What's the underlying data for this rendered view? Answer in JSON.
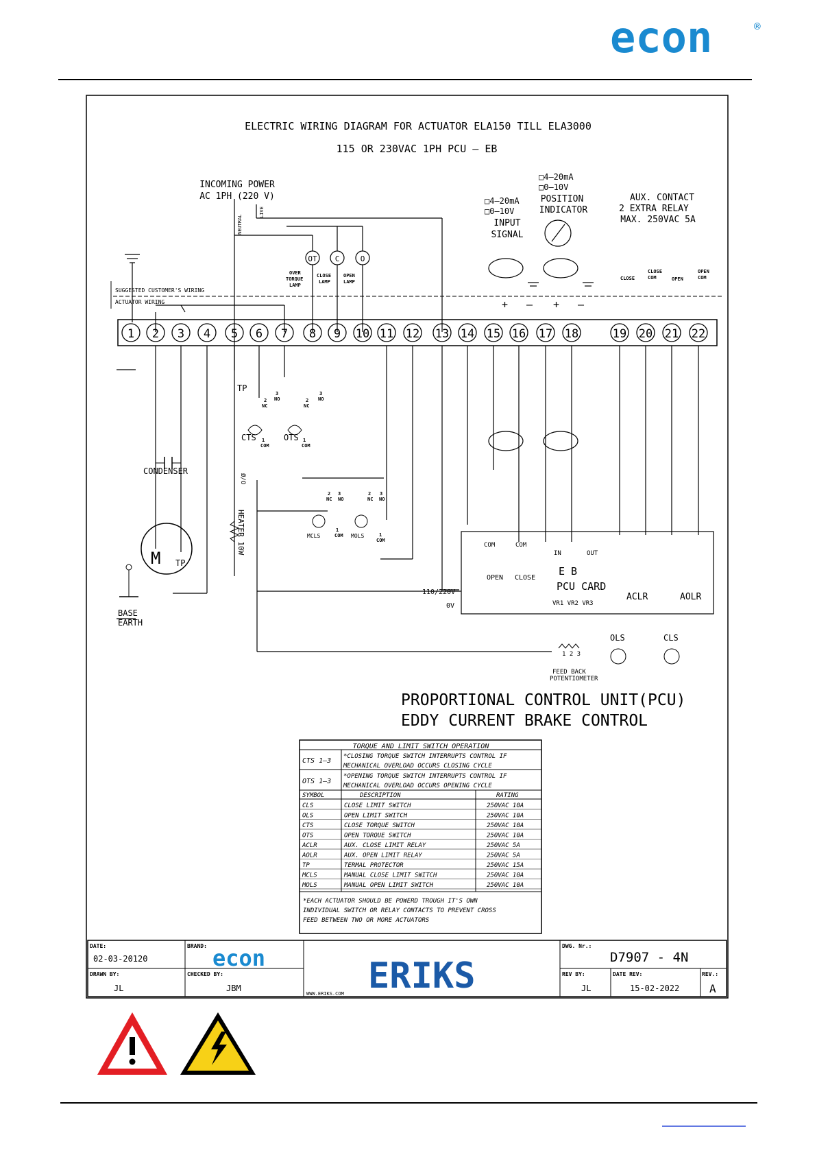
{
  "header": {
    "logo_text": "econ",
    "registered_mark": "®",
    "logo_color": "#1a8ad0"
  },
  "diagram": {
    "title_line1": "ELECTRIC WIRING DIAGRAM FOR ACTUATOR ELA150 TILL ELA3000",
    "title_line2": "115 OR 230VAC 1PH PCU – EB",
    "incoming_power_1": "INCOMING POWER",
    "incoming_power_2": "AC 1PH (220 V)",
    "neutral": "NEUTRAL",
    "live": "LIVE",
    "input_opt1": "□4–20mA",
    "input_opt2": "□0–10V",
    "input_label1": "INPUT",
    "input_label2": "SIGNAL",
    "pos_opt1": "□4–20mA",
    "pos_opt2": "□0–10V",
    "pos_label1": "POSITION",
    "pos_label2": "INDICATOR",
    "aux_1": "AUX. CONTACT",
    "aux_2": "2 EXTRA RELAY",
    "aux_3": "MAX. 250VAC 5A",
    "lamp_ot": "OT",
    "lamp_c": "C",
    "lamp_o": "O",
    "lamp_ot_label": [
      "OVER",
      "TORQUE",
      "LAMP"
    ],
    "lamp_close_label": [
      "CLOSE",
      "LAMP"
    ],
    "lamp_open_label": [
      "OPEN",
      "LAMP"
    ],
    "aux_close": "CLOSE",
    "aux_close_com": [
      "CLOSE",
      "COM"
    ],
    "aux_open": "OPEN",
    "aux_open_com": [
      "OPEN",
      "COM"
    ],
    "customer_wiring": "SUGGESTED CUSTOMER'S WIRING",
    "actuator_wiring": "ACTUATOR WIRING",
    "plus": "+",
    "minus": "–",
    "terminals": [
      "1",
      "2",
      "3",
      "4",
      "5",
      "6",
      "7",
      "8",
      "9",
      "10",
      "11",
      "12",
      "13",
      "14",
      "15",
      "16",
      "17",
      "18",
      "19",
      "20",
      "21",
      "22"
    ],
    "tp": "TP",
    "cts": "CTS",
    "ots": "OTS",
    "mcls": "MCLS",
    "mols": "MOLS",
    "nc2": "2",
    "nc": "NC",
    "no3": "3",
    "no": "NO",
    "com1": "1",
    "com": "COM",
    "condenser": "CONDENSER",
    "motor": "M",
    "heater": "HEATER 10W",
    "ob": "Ø/O",
    "base_earth_1": "BASE",
    "base_earth_2": "EARTH",
    "pcu_com_open": "COM",
    "pcu_com_close": "COM",
    "pcu_open": "OPEN",
    "pcu_close": "CLOSE",
    "pcu_in": "IN",
    "pcu_out": "OUT",
    "pcu_eb": "E B",
    "pcu_card": "PCU CARD",
    "pcu_v": "110/220V",
    "pcu_0v": "0V",
    "vr": "VR1 VR2 VR3",
    "aclr": "ACLR",
    "aolr": "AOLR",
    "ols": "OLS",
    "cls": "CLS",
    "feedback_1": "FEED BACK",
    "feedback_2": "POTENTIOMETER",
    "pot_pins": "1 2 3",
    "pcu_title1": "PROPORTIONAL CONTROL UNIT(PCU)",
    "pcu_title2": "EDDY CURRENT BRAKE CONTROL"
  },
  "table": {
    "heading": "TORQUE AND LIMIT SWITCH OPERATION",
    "cts_row": {
      "symbol": "CTS 1–3",
      "line1": "*CLOSING TORQUE SWITCH INTERRUPTS CONTROL IF",
      "line2": "MECHANICAL OVERLOAD OCCURS CLOSING CYCLE"
    },
    "ots_row": {
      "symbol": "OTS 1–3",
      "line1": "*OPENING TORQUE SWITCH INTERRUPTS CONTROL IF",
      "line2": "MECHANICAL OVERLOAD OCCURS OPENING CYCLE"
    },
    "col_symbol": "SYMBOL",
    "col_description": "DESCRIPTION",
    "col_rating": "RATING",
    "rows": [
      [
        "CLS",
        "CLOSE LIMIT SWITCH",
        "250VAC 10A"
      ],
      [
        "OLS",
        "OPEN LIMIT SWITCH",
        "250VAC 10A"
      ],
      [
        "CTS",
        "CLOSE TORQUE SWITCH",
        "250VAC 10A"
      ],
      [
        "OTS",
        "OPEN TORQUE SWITCH",
        "250VAC 10A"
      ],
      [
        "ACLR",
        "AUX. CLOSE LIMIT RELAY",
        "250VAC 5A"
      ],
      [
        "AOLR",
        "AUX. OPEN LIMIT RELAY",
        "250VAC 5A"
      ],
      [
        "TP",
        "TERMAL PROTECTOR",
        "250VAC 15A"
      ],
      [
        "MCLS",
        "MANUAL CLOSE LIMIT SWITCH",
        "250VAC 10A"
      ],
      [
        "MOLS",
        "MANUAL OPEN LIMIT SWITCH",
        "250VAC 10A"
      ]
    ],
    "note_1": "*EACH ACTUATOR SHOULD BE POWERD TROUGH IT'S OWN",
    "note_2": "INDIVIDUAL SWITCH OR RELAY CONTACTS TO PREVENT CROSS",
    "note_3": "FEED BETWEEN TWO OR MORE ACTUATORS"
  },
  "title_block": {
    "date_label": "DATE:",
    "date_value": "02-03-20120",
    "brand_label": "BRAND:",
    "brand_logo": "econ",
    "eriks_logo": "ERIKS",
    "website": "WWW.ERIKS.COM",
    "dwg_label": "DWG. Nr.:",
    "dwg_value": "D7907 - 4N",
    "drawn_label": "DRAWN BY:",
    "drawn_value": "JL",
    "checked_label": "CHECKED BY:",
    "checked_value": "JBM",
    "revby_label": "REV BY:",
    "revby_value": "JL",
    "daterev_label": "DATE REV:",
    "daterev_value": "15-02-2022",
    "rev_label": "REV.:",
    "rev_value": "A",
    "eriks_color": "#1b5aa7"
  },
  "warnings": {
    "general_icon": "warning-triangle-icon",
    "electric_icon": "high-voltage-icon"
  }
}
